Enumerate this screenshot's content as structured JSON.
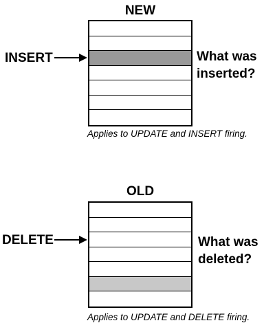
{
  "new_section": {
    "title": "NEW",
    "action_label": "INSERT",
    "question_line1": "What was",
    "question_line2": "inserted?",
    "caption": "Applies to UPDATE and INSERT firing.",
    "rows": 7,
    "highlight_row": 3,
    "highlight_color": "#999999"
  },
  "old_section": {
    "title": "OLD",
    "action_label": "DELETE",
    "question_line1": "What was",
    "question_line2": "deleted?",
    "caption": "Applies to UPDATE and DELETE firing.",
    "rows": 7,
    "highlight_row": 6,
    "highlight_color": "#c8c8c8"
  }
}
